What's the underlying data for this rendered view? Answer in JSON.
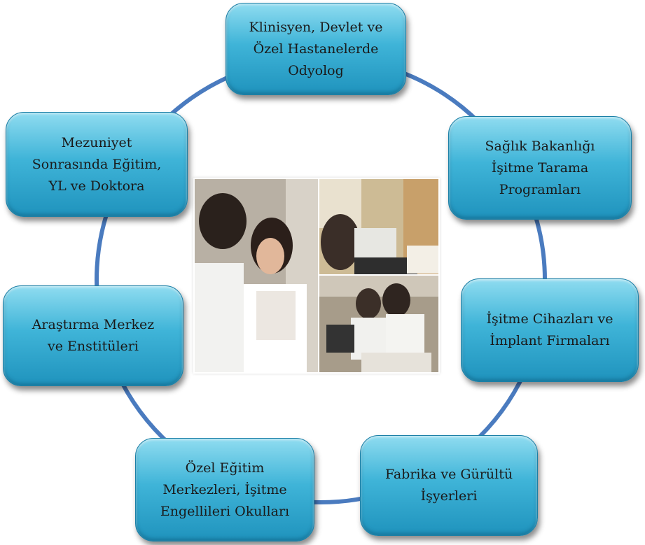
{
  "diagram": {
    "nodes": [
      {
        "id": "top",
        "text": "Klinisyen, Devlet ve\nÖzel Hastanelerde\nOdyolog"
      },
      {
        "id": "tr",
        "text": "Sağlık Bakanlığı\nİşitme Tarama\nProgramları"
      },
      {
        "id": "r",
        "text": "İşitme Cihazları ve\nİmplant Firmaları"
      },
      {
        "id": "br",
        "text": "Fabrika ve Gürültü\nİşyerleri"
      },
      {
        "id": "bl",
        "text": "Özel Eğitim\nMerkezleri, İşitme\nEngellileri Okulları"
      },
      {
        "id": "l",
        "text": "Araştırma Merkez\nve Enstitüleri"
      },
      {
        "id": "tl",
        "text": "Mezuniyet\nSonrasında Eğitim,\nYL ve Doktora"
      }
    ],
    "colors": {
      "node_fill": "#3fb4d8",
      "ring": "#4a7bbf"
    },
    "center_image": "photo-collage"
  }
}
